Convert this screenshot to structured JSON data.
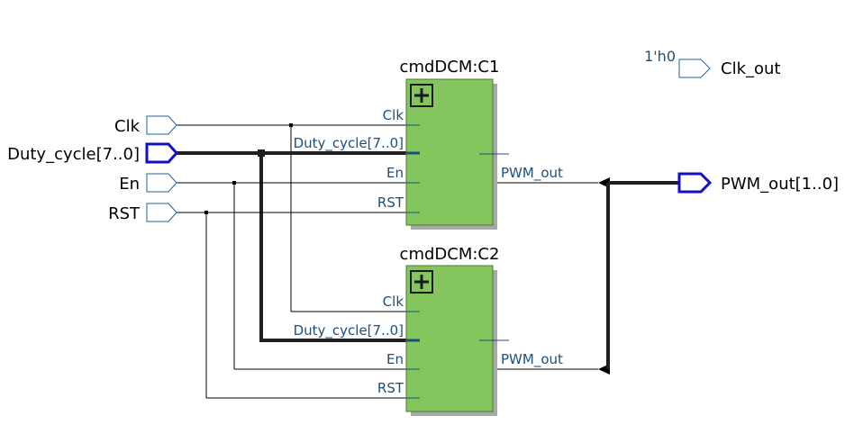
{
  "colors": {
    "block_fill": "#84c55e",
    "pin_text": "#1f4f78",
    "bus_port_outline": "#1010c8",
    "port_outline": "#1f5fa0"
  },
  "inputs": {
    "clk": "Clk",
    "duty_cycle": "Duty_cycle[7..0]",
    "en": "En",
    "rst": "RST"
  },
  "outputs": {
    "clk_out": "Clk_out",
    "pwm_out": "PWM_out[1..0]"
  },
  "constant": "1'h0",
  "instances": [
    {
      "title": "cmdDCM:C1",
      "expand_icon": "plus-icon",
      "pins": {
        "clk": "Clk",
        "duty_cycle": "Duty_cycle[7..0]",
        "en": "En",
        "rst": "RST",
        "pwm_out": "PWM_out"
      }
    },
    {
      "title": "cmdDCM:C2",
      "expand_icon": "plus-icon",
      "pins": {
        "clk": "Clk",
        "duty_cycle": "Duty_cycle[7..0]",
        "en": "En",
        "rst": "RST",
        "pwm_out": "PWM_out"
      }
    }
  ]
}
